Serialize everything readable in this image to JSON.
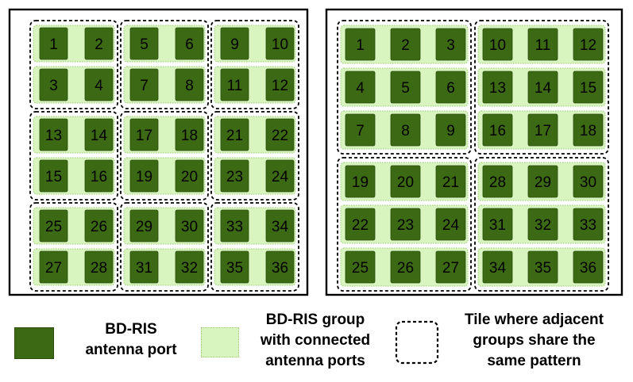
{
  "colors": {
    "port_fill": "#3c6a14",
    "port_stroke": "#2a4d0c",
    "group_fill": "#d8f4bf",
    "group_stroke": "#9ccc73",
    "tile_stroke": "#000000",
    "panel_stroke": "#000000"
  },
  "left_panel": {
    "tiles": [
      {
        "groups": [
          [
            1,
            2
          ],
          [
            3,
            4
          ]
        ]
      },
      {
        "groups": [
          [
            5,
            6
          ],
          [
            7,
            8
          ]
        ]
      },
      {
        "groups": [
          [
            9,
            10
          ],
          [
            11,
            12
          ]
        ]
      },
      {
        "groups": [
          [
            13,
            14
          ],
          [
            15,
            16
          ]
        ]
      },
      {
        "groups": [
          [
            17,
            18
          ],
          [
            19,
            20
          ]
        ]
      },
      {
        "groups": [
          [
            21,
            22
          ],
          [
            23,
            24
          ]
        ]
      },
      {
        "groups": [
          [
            25,
            26
          ],
          [
            27,
            28
          ]
        ]
      },
      {
        "groups": [
          [
            29,
            30
          ],
          [
            31,
            32
          ]
        ]
      },
      {
        "groups": [
          [
            33,
            34
          ],
          [
            35,
            36
          ]
        ]
      }
    ]
  },
  "right_panel": {
    "tiles": [
      {
        "groups": [
          [
            1,
            2,
            3
          ],
          [
            4,
            5,
            6
          ],
          [
            7,
            8,
            9
          ]
        ]
      },
      {
        "groups": [
          [
            10,
            11,
            12
          ],
          [
            13,
            14,
            15
          ],
          [
            16,
            17,
            18
          ]
        ]
      },
      {
        "groups": [
          [
            19,
            20,
            21
          ],
          [
            22,
            23,
            24
          ],
          [
            25,
            26,
            27
          ]
        ]
      },
      {
        "groups": [
          [
            28,
            29,
            30
          ],
          [
            31,
            32,
            33
          ],
          [
            34,
            35,
            36
          ]
        ]
      }
    ]
  },
  "legend": {
    "port_label_line1": "BD-RIS",
    "port_label_line2": "antenna port",
    "group_label_line1": "BD-RIS group",
    "group_label_line2": "with connected",
    "group_label_line3": "antenna ports",
    "tile_label_line1": "Tile where adjacent",
    "tile_label_line2": "groups share the",
    "tile_label_line3": "same pattern"
  }
}
